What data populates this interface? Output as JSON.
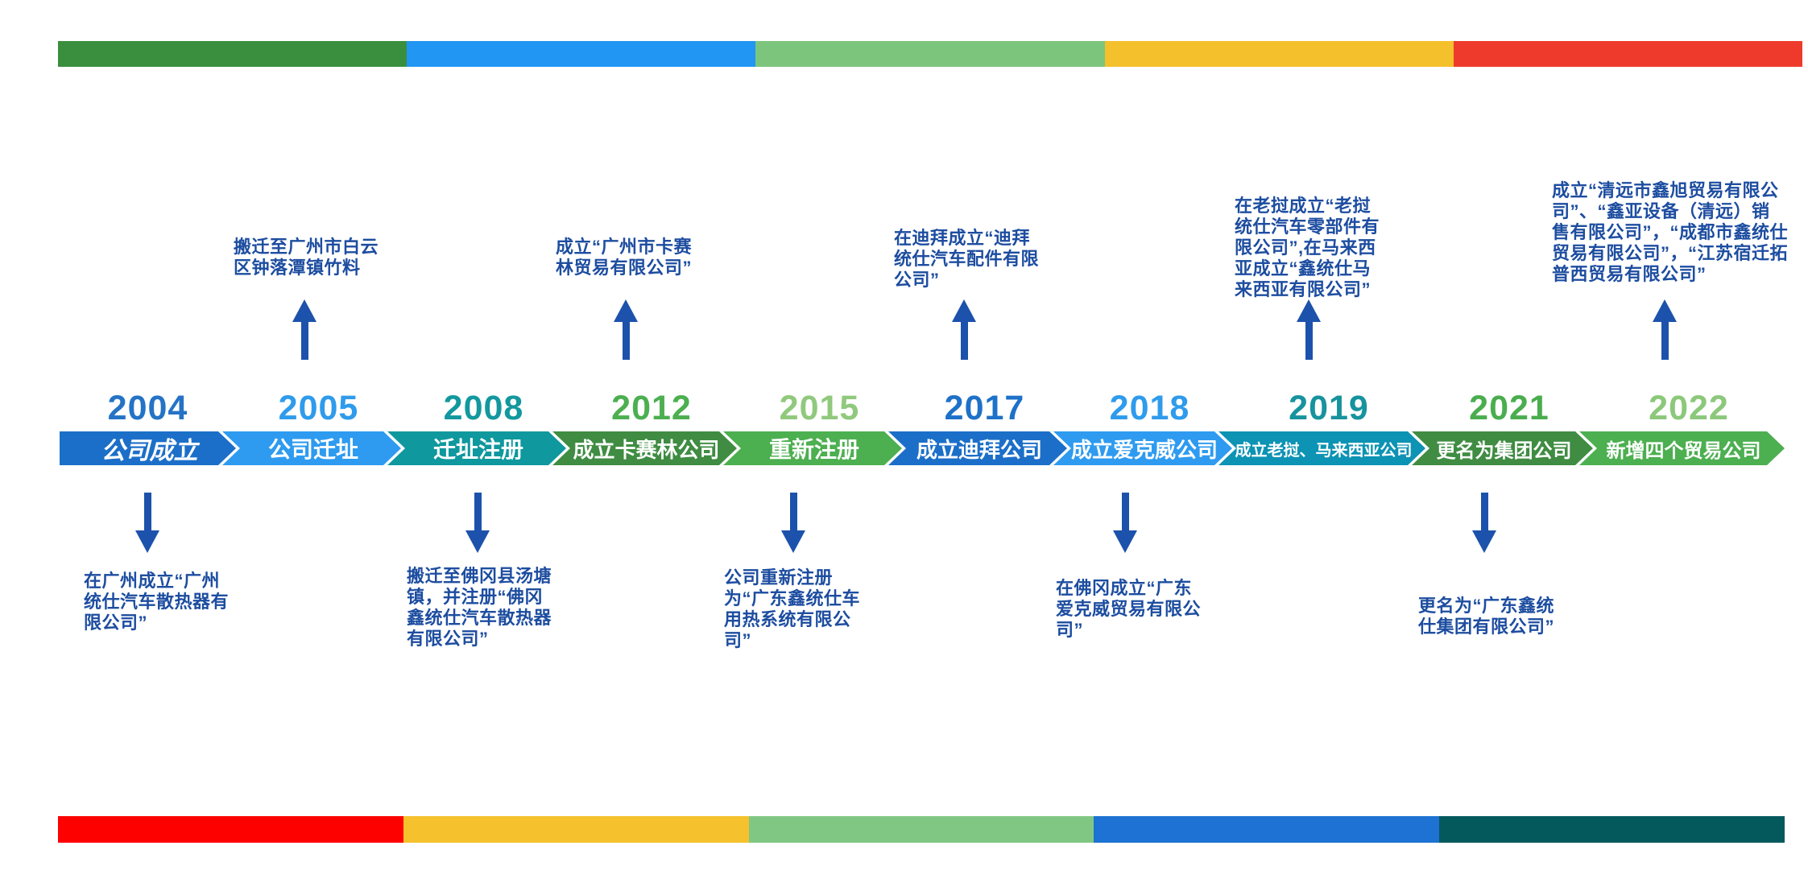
{
  "canvas": {
    "background": "#ffffff"
  },
  "top_bar_colors": [
    "#398f3d",
    "#2196f3",
    "#7cc57d",
    "#f4c02b",
    "#ee3a2c"
  ],
  "bottom_bar_colors": [
    "#fd0000",
    "#f5c12c",
    "#81c784",
    "#1d72d3",
    "#04595c"
  ],
  "note_text_color": "#1d4da0",
  "arrow_color": "#1c52ab",
  "timeline": {
    "milestones": [
      {
        "year": "2004",
        "year_color": "#2473c6",
        "label": "公司成立",
        "chevron_color": "#1c6fc8",
        "note_above": "",
        "note_below": "在广州成立“广州\n统仕汽车散热器有\n限公司”"
      },
      {
        "year": "2005",
        "year_color": "#2f9bec",
        "label": "公司迁址",
        "chevron_color": "#2e9bf0",
        "note_above": "搬迁至广州市白云\n区钟落潭镇竹料",
        "note_below": ""
      },
      {
        "year": "2008",
        "year_color": "#12989e",
        "label": "迁址注册",
        "chevron_color": "#0f989e",
        "note_above": "",
        "note_below": "搬迁至佛冈县汤塘\n镇，并注册“佛冈\n鑫统仕汽车散热器\n有限公司”"
      },
      {
        "year": "2012",
        "year_color": "#4caf50",
        "label": "成立卡赛林公司",
        "chevron_color": "#3f8c42",
        "note_above": "成立“广州市卡赛\n林贸易有限公司”",
        "note_below": ""
      },
      {
        "year": "2015",
        "year_color": "#90c97d",
        "label": "重新注册",
        "chevron_color": "#4caf50",
        "note_above": "",
        "note_below": "公司重新注册\n为“广东鑫统仕车\n用热系统有限公\n司”"
      },
      {
        "year": "2017",
        "year_color": "#1e71c8",
        "label": "成立迪拜公司",
        "chevron_color": "#1c6fc8",
        "note_above": "在迪拜成立“迪拜\n统仕汽车配件有限\n公司”",
        "note_below": ""
      },
      {
        "year": "2018",
        "year_color": "#2f9bec",
        "label": "成立爱克威公司",
        "chevron_color": "#2e9bf0",
        "note_above": "",
        "note_below": "在佛冈成立“广东\n爱克威贸易有限公\n司”"
      },
      {
        "year": "2019",
        "year_color": "#17939e",
        "label": "成立老挝、马来西亚公司",
        "chevron_color": "#0d93b4",
        "note_above": "在老挝成立“老挝\n统仕汽车零部件有\n限公司”,在马来西\n亚成立“鑫统仕马\n来西亚有限公司”",
        "note_below": ""
      },
      {
        "year": "2021",
        "year_color": "#4aad4e",
        "label": "更名为集团公司",
        "chevron_color": "#3f8c42",
        "note_above": "",
        "note_below": "更名为“广东鑫统\n仕集团有限公司”"
      },
      {
        "year": "2022",
        "year_color": "#8cc87b",
        "label": "新增四个贸易公司",
        "chevron_color": "#4caf50",
        "note_above": "成立“清远市鑫旭贸易有限公\n司”、“鑫亚设备（清远）销\n售有限公司”，“成都市鑫统仕\n贸易有限公司”，“江苏宿迁拓\n普西贸易有限公司”",
        "note_below": ""
      }
    ]
  }
}
